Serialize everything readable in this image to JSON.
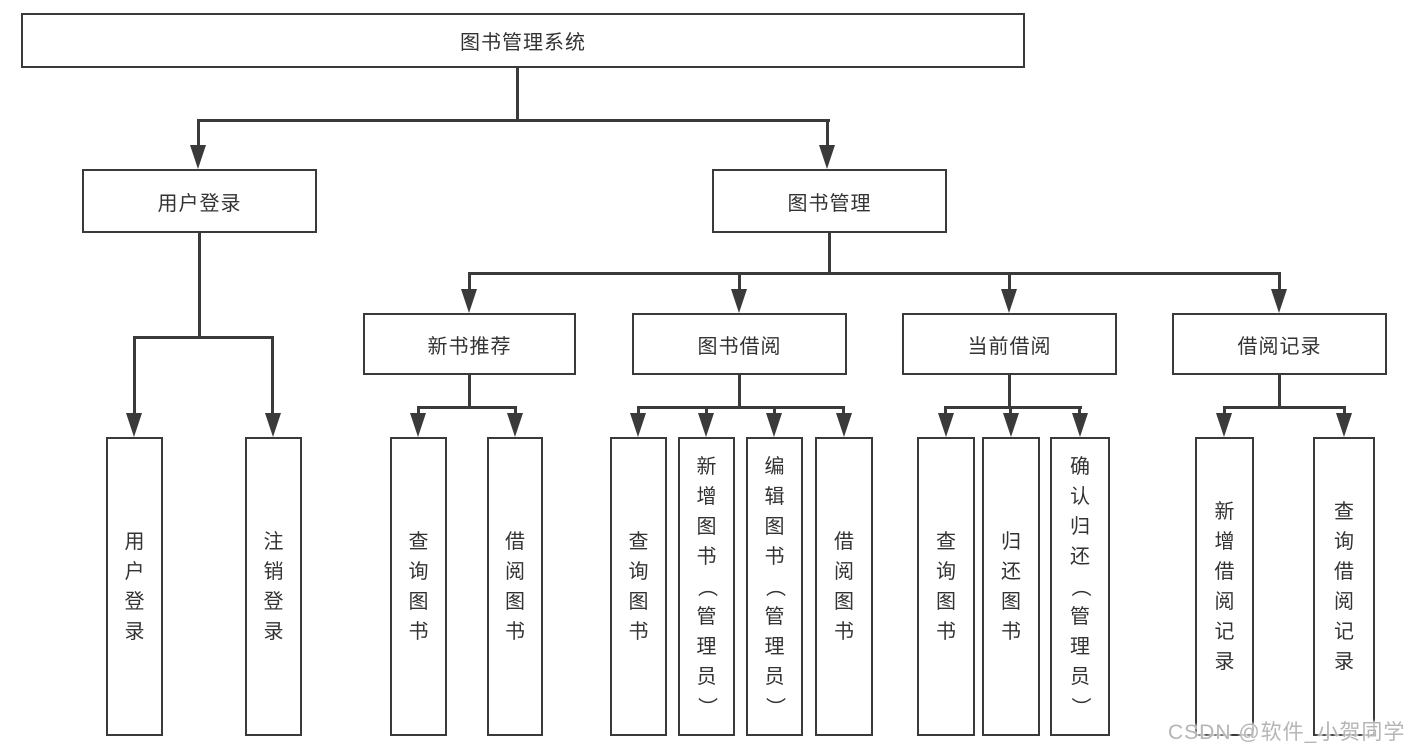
{
  "diagram": {
    "root": {
      "label": "图书管理系统"
    },
    "level2": [
      {
        "label": "用户登录"
      },
      {
        "label": "图书管理"
      }
    ],
    "level3": [
      {
        "label": "新书推荐"
      },
      {
        "label": "图书借阅"
      },
      {
        "label": "当前借阅"
      },
      {
        "label": "借阅记录"
      }
    ],
    "leaves": {
      "user_login": [
        "用户登录",
        "注销登录"
      ],
      "new_book": [
        "查询图书",
        "借阅图书"
      ],
      "book_borrow": [
        "查询图书",
        "新增图书（管理员）",
        "编辑图书（管理员）",
        "借阅图书"
      ],
      "current_borrow": [
        "查询图书",
        "归还图书",
        "确认归还（管理员）"
      ],
      "borrow_record": [
        "新增借阅记录",
        "查询借阅记录"
      ]
    }
  },
  "watermark": {
    "text": "CSDN @软件_小贺同学"
  },
  "colors": {
    "line": "#3a3a3a",
    "text": "#333333",
    "watermark": "#b5b5b5",
    "background": "#ffffff"
  }
}
